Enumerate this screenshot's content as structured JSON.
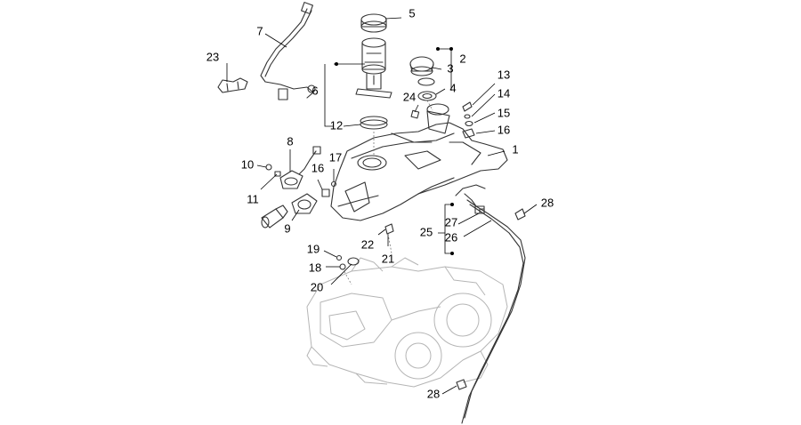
{
  "callouts": {
    "c1": "1",
    "c2": "2",
    "c3": "3",
    "c4": "4",
    "c5": "5",
    "c6": "6",
    "c7": "7",
    "c8": "8",
    "c9": "9",
    "c10": "10",
    "c11": "11",
    "c12": "12",
    "c13": "13",
    "c14": "14",
    "c15": "15",
    "c16a": "16",
    "c16b": "16",
    "c17": "17",
    "c18": "18",
    "c19": "19",
    "c20": "20",
    "c21": "21",
    "c22": "22",
    "c23": "23",
    "c24": "24",
    "c25": "25",
    "c26": "26",
    "c27": "27",
    "c28a": "28",
    "c28b": "28"
  },
  "colors": {
    "line": "#333333",
    "ghost": "#b5b5b5",
    "background": "#ffffff"
  }
}
